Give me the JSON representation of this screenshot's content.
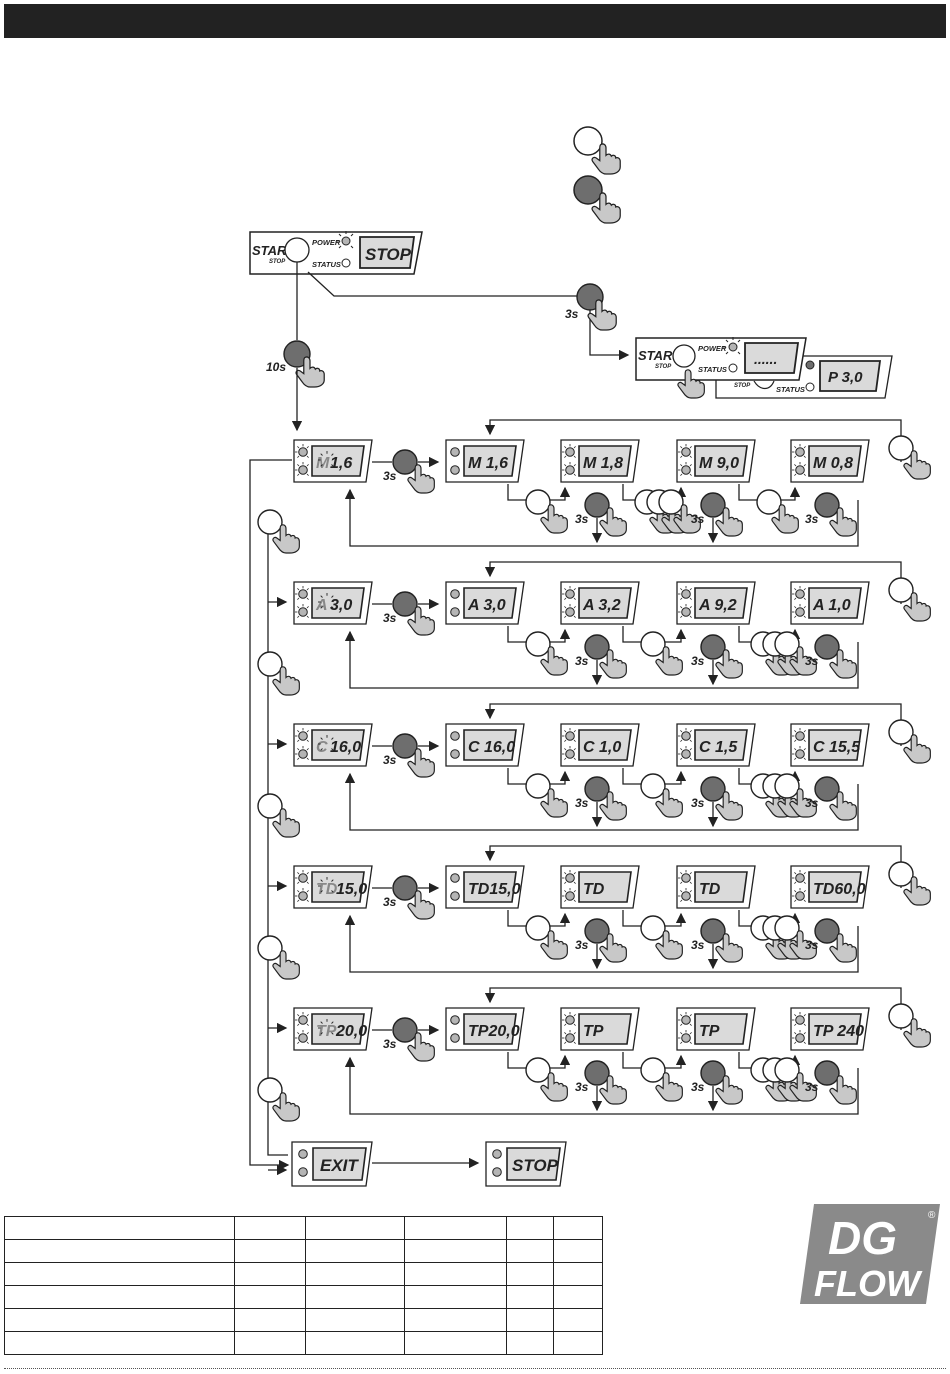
{
  "top_panel": {
    "start_label": "START",
    "stop_small": "STOP",
    "power_label": "POWER",
    "status_label": "STATUS",
    "display": "STOP"
  },
  "prog_panel": {
    "start_label": "START",
    "stop_small": "STOP",
    "power_label": "POWER",
    "status_label": "STATUS",
    "display_dots": "......",
    "display_p": "P 3,0"
  },
  "hold_3s": "3s",
  "hold_10s": "10s",
  "rows": [
    {
      "id": "m",
      "prefix": "M",
      "value": "1,6",
      "screens": [
        "M 1,6",
        "M 1,8",
        "M 9,0",
        "M 0,8"
      ]
    },
    {
      "id": "a",
      "prefix": "A",
      "value": "3,0",
      "screens": [
        "A  3,0",
        "A  3,2",
        "A  9,2",
        "A  1,0"
      ]
    },
    {
      "id": "c",
      "prefix": "C",
      "value": "16,0",
      "screens": [
        "C 16,0",
        "C  1,0",
        "C  1,5",
        "C 15,5"
      ]
    },
    {
      "id": "td",
      "prefix": "TD",
      "value": "15,0",
      "screens": [
        "TD15,0",
        "TD",
        "TD",
        "TD60,0"
      ]
    },
    {
      "id": "tp",
      "prefix": "TP",
      "value": "20,0",
      "screens": [
        "TP20,0",
        "TP",
        "TP",
        "TP 240"
      ]
    }
  ],
  "exit_display": "EXIT",
  "final_display": "STOP",
  "logo": {
    "line1": "DG",
    "line2": "FLOW",
    "mark": "®"
  },
  "colors": {
    "dark": "#222222",
    "button_dark": "#6e6e6e",
    "lcd": "#dadada",
    "hand": "#c8c8c8"
  }
}
